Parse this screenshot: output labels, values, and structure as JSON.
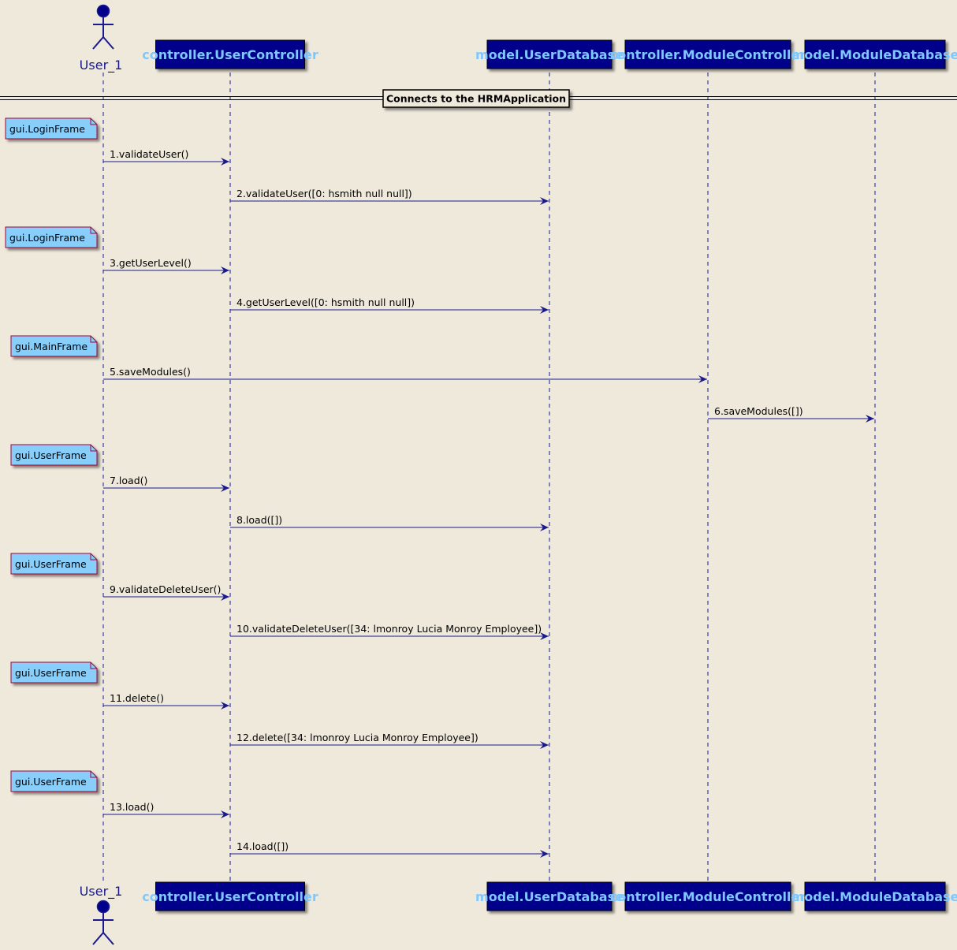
{
  "participants": [
    {
      "label": "User_1",
      "kind": "actor"
    },
    {
      "label": "controller.UserController",
      "kind": "box"
    },
    {
      "label": "model.UserDatabase",
      "kind": "box"
    },
    {
      "label": "controller.ModuleController",
      "kind": "box"
    },
    {
      "label": "model.ModuleDatabase",
      "kind": "box"
    }
  ],
  "divider": {
    "label": "Connects to the HRMApplication"
  },
  "steps": [
    {
      "note": "gui.LoginFrame",
      "from": 0,
      "to": 1,
      "label": "1.validateUser()"
    },
    {
      "from": 1,
      "to": 2,
      "label": "2.validateUser([0: hsmith null null])"
    },
    {
      "note": "gui.LoginFrame",
      "from": 0,
      "to": 1,
      "label": "3.getUserLevel()"
    },
    {
      "from": 1,
      "to": 2,
      "label": "4.getUserLevel([0: hsmith null null])"
    },
    {
      "note": "gui.MainFrame",
      "from": 0,
      "to": 3,
      "label": "5.saveModules()"
    },
    {
      "from": 3,
      "to": 4,
      "label": "6.saveModules([])"
    },
    {
      "note": "gui.UserFrame",
      "from": 0,
      "to": 1,
      "label": "7.load()"
    },
    {
      "from": 1,
      "to": 2,
      "label": "8.load([])"
    },
    {
      "note": "gui.UserFrame",
      "from": 0,
      "to": 1,
      "label": "9.validateDeleteUser()"
    },
    {
      "from": 1,
      "to": 2,
      "label": "10.validateDeleteUser([34: lmonroy Lucia Monroy Employee])"
    },
    {
      "note": "gui.UserFrame",
      "from": 0,
      "to": 1,
      "label": "11.delete()"
    },
    {
      "from": 1,
      "to": 2,
      "label": "12.delete([34: lmonroy Lucia Monroy Employee])"
    },
    {
      "note": "gui.UserFrame",
      "from": 0,
      "to": 1,
      "label": "13.load()"
    },
    {
      "from": 1,
      "to": 2,
      "label": "14.load([])"
    }
  ],
  "colors": {
    "background": "#efe9dc",
    "participant_fill": "#00008b",
    "participant_text": "#7fc7ff",
    "line": "#1a1a8c",
    "note_fill": "#87cefa",
    "note_border": "#a80036"
  }
}
